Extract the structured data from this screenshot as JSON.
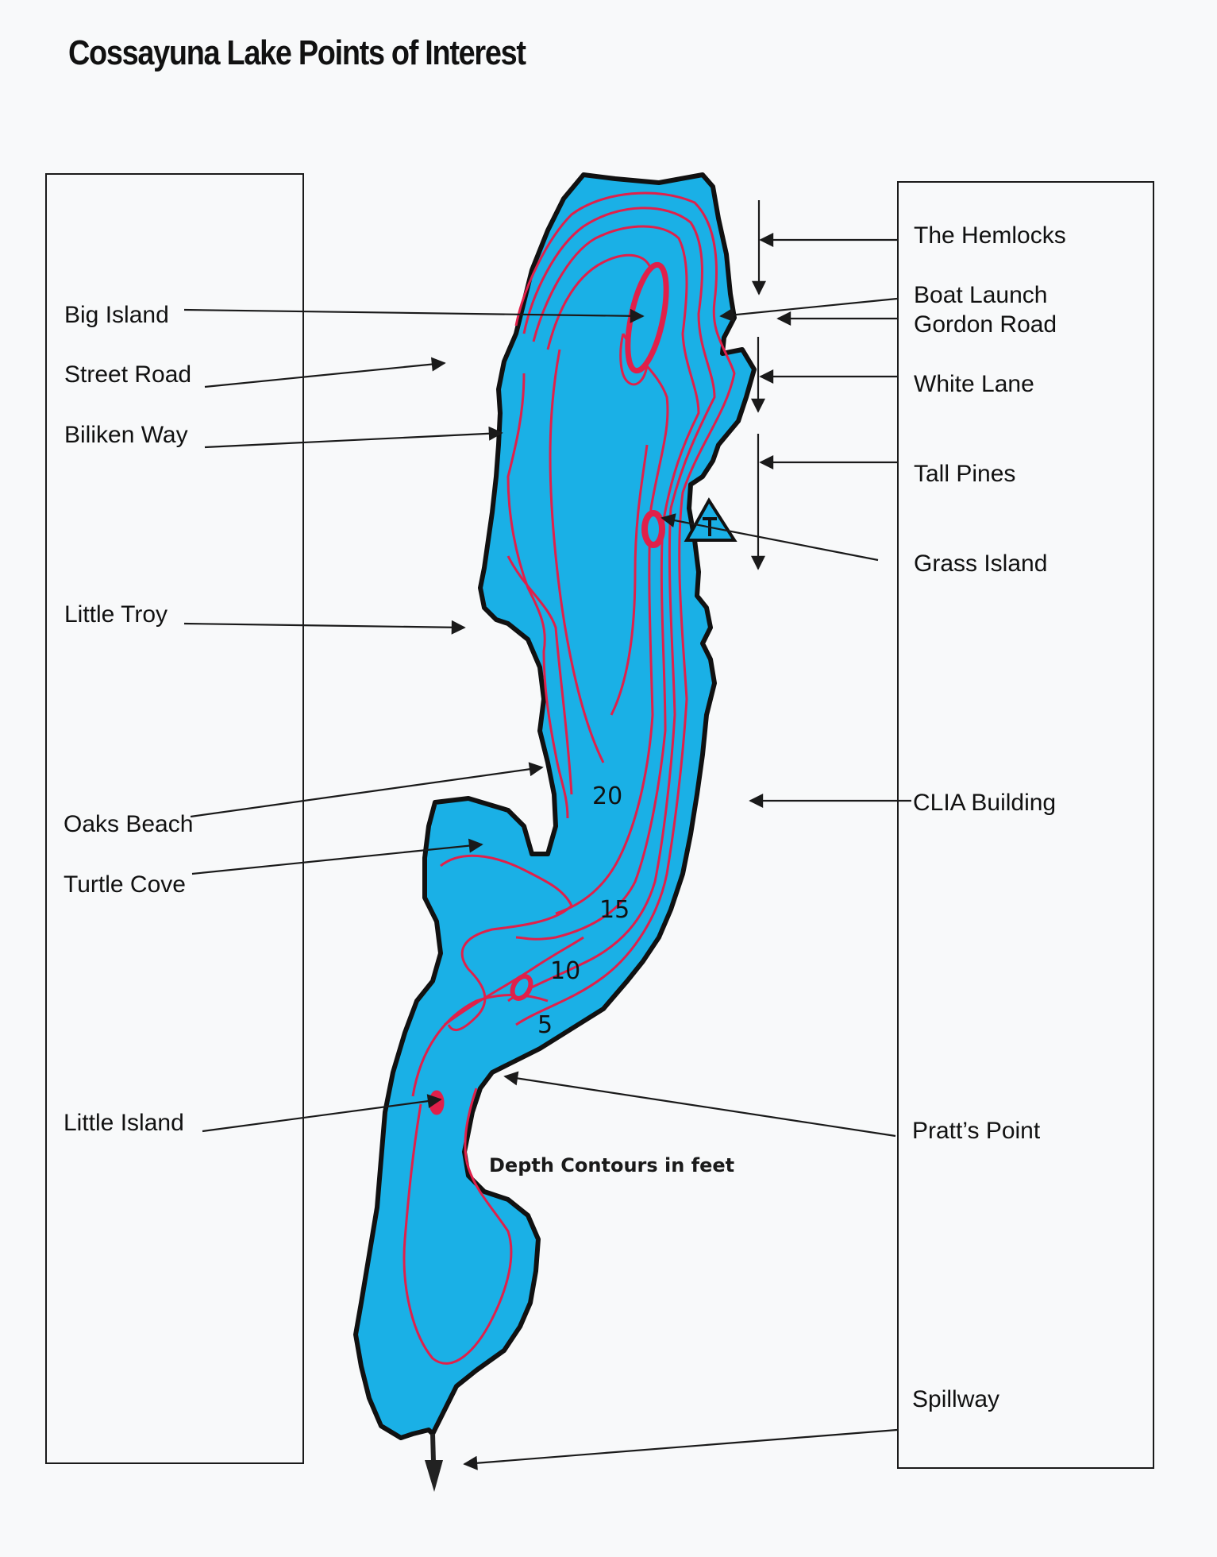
{
  "title": "Cossayuna Lake Points of Interest",
  "legend": "Depth Contours in feet",
  "colors": {
    "water": "#1ab0e6",
    "contour": "#e0204a",
    "shore": "#111111",
    "background": "#f8f9fa"
  },
  "left_labels": [
    {
      "name": "big-island",
      "label": "Big Island"
    },
    {
      "name": "street-road",
      "label": "Street Road"
    },
    {
      "name": "biliken-way",
      "label": "Biliken Way"
    },
    {
      "name": "little-troy",
      "label": "Little Troy"
    },
    {
      "name": "oaks-beach",
      "label": "Oaks Beach"
    },
    {
      "name": "turtle-cove",
      "label": "Turtle Cove"
    },
    {
      "name": "little-island",
      "label": "Little Island"
    }
  ],
  "right_labels": [
    {
      "name": "the-hemlocks",
      "label": "The Hemlocks"
    },
    {
      "name": "boat-launch",
      "label": "Boat Launch"
    },
    {
      "name": "gordon-road",
      "label": "Gordon Road"
    },
    {
      "name": "white-lane",
      "label": "White Lane"
    },
    {
      "name": "tall-pines",
      "label": "Tall Pines"
    },
    {
      "name": "grass-island",
      "label": "Grass Island"
    },
    {
      "name": "clia-building",
      "label": "CLIA Building"
    },
    {
      "name": "pratts-point",
      "label": "Pratt’s Point"
    },
    {
      "name": "spillway",
      "label": "Spillway"
    }
  ],
  "depth_labels": [
    "20",
    "15",
    "10",
    "5"
  ]
}
